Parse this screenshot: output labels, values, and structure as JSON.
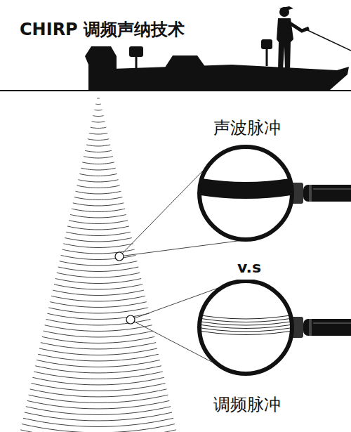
{
  "diagram": {
    "title": "CHIRP 调频声纳技术",
    "nodes": [
      {
        "text": [
          "声波脉冲"
        ]
      },
      {
        "text": [
          "调频脉冲"
        ]
      }
    ],
    "labels": [
      "v.s"
    ]
  }
}
